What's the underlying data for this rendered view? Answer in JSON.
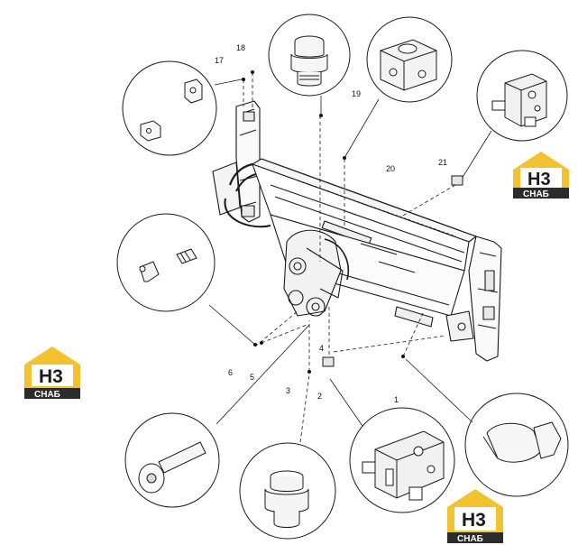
{
  "callouts": {
    "c1": "1",
    "c2": "2",
    "c3": "3",
    "c4": "4",
    "c5": "5",
    "c6": "6",
    "c17": "17",
    "c18": "18",
    "c19": "19",
    "c20": "20",
    "c21": "21"
  },
  "watermark": {
    "letters": "H3",
    "band": "CHAБ"
  },
  "colors": {
    "line": "#1a1a1a",
    "logo_yellow": "#f2c230",
    "logo_dark": "#2b2b2b"
  }
}
